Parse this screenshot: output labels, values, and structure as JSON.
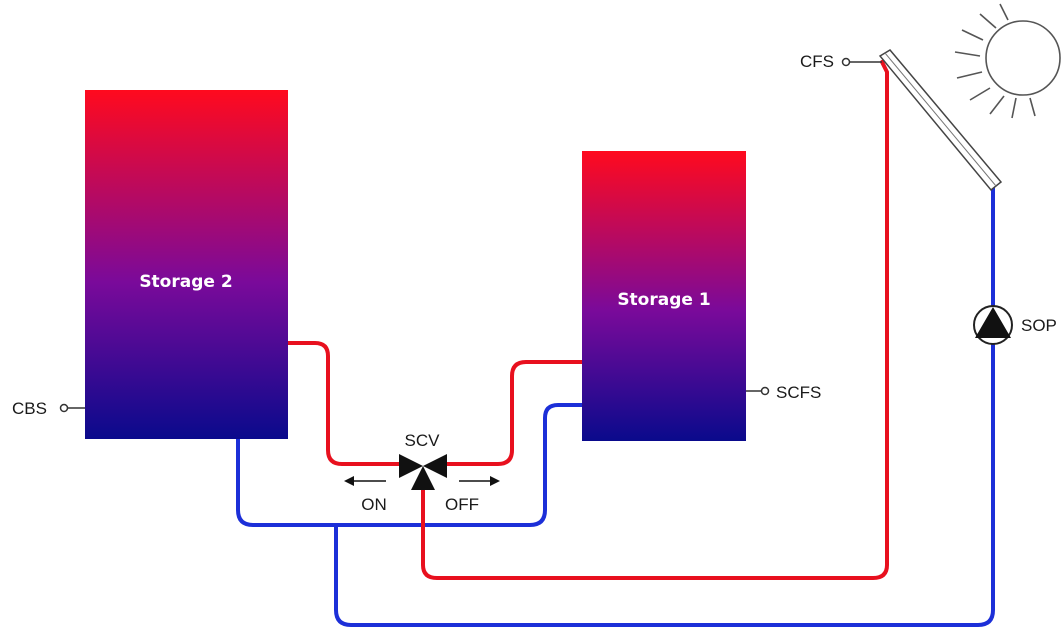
{
  "colors": {
    "hot": "#e8101e",
    "cold": "#1c2fd8",
    "tank_top": "#ff0a1e",
    "tank_mid": "#7a0a9a",
    "tank_bottom": "#0a0a8c"
  },
  "storage2": {
    "label": "Storage 2"
  },
  "storage1": {
    "label": "Storage 1"
  },
  "sensors": {
    "cbs": "CBS",
    "scfs": "SCFS",
    "cfs": "CFS"
  },
  "valve": {
    "label": "SCV",
    "on_label": "ON",
    "off_label": "OFF"
  },
  "pump": {
    "label": "SOP"
  },
  "icons": {
    "sun": "sun-icon",
    "collector": "solar-collector-icon",
    "pump": "pump-icon",
    "valve": "three-way-valve-icon"
  }
}
